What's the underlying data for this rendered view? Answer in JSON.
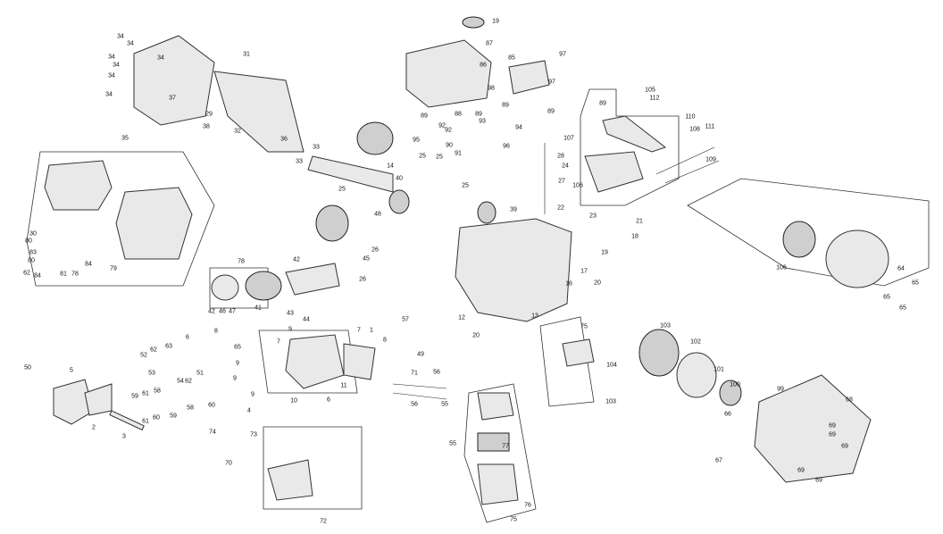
{
  "diagram": {
    "type": "exploded-parts-diagram",
    "colors": {
      "line": "#222222",
      "part_fill": "#e0e0e0",
      "background": "#ffffff"
    },
    "callouts": [
      "34",
      "34",
      "34",
      "34",
      "34",
      "34",
      "34",
      "37",
      "29",
      "38",
      "35",
      "31",
      "32",
      "36",
      "33",
      "33",
      "30",
      "80",
      "80",
      "83",
      "62",
      "84",
      "84",
      "79",
      "81",
      "78",
      "78",
      "42",
      "46",
      "47",
      "41",
      "43",
      "44",
      "42",
      "45",
      "26",
      "26",
      "14",
      "40",
      "25",
      "25",
      "25",
      "25",
      "48",
      "39",
      "28",
      "24",
      "27",
      "22",
      "23",
      "21",
      "18",
      "17",
      "19",
      "20",
      "16",
      "13",
      "12",
      "20",
      "19",
      "87",
      "86",
      "85",
      "97",
      "97",
      "98",
      "89",
      "89",
      "88",
      "92",
      "92",
      "89",
      "93",
      "94",
      "89",
      "96",
      "95",
      "90",
      "91",
      "89",
      "105",
      "112",
      "110",
      "111",
      "108",
      "109",
      "107",
      "106",
      "106",
      "64",
      "65",
      "65",
      "65",
      "65",
      "9",
      "9",
      "9",
      "9",
      "7",
      "7",
      "1",
      "8",
      "8",
      "10",
      "11",
      "6",
      "6",
      "63",
      "62",
      "52",
      "53",
      "51",
      "54",
      "62",
      "58",
      "58",
      "59",
      "59",
      "61",
      "61",
      "60",
      "60",
      "57",
      "49",
      "50",
      "5",
      "2",
      "3",
      "4",
      "74",
      "73",
      "70",
      "72",
      "71",
      "56",
      "56",
      "55",
      "55",
      "77",
      "76",
      "75",
      "75",
      "104",
      "103",
      "103",
      "102",
      "101",
      "100",
      "99",
      "66",
      "67",
      "68",
      "69",
      "69",
      "69",
      "69",
      "69",
      "69"
    ]
  }
}
